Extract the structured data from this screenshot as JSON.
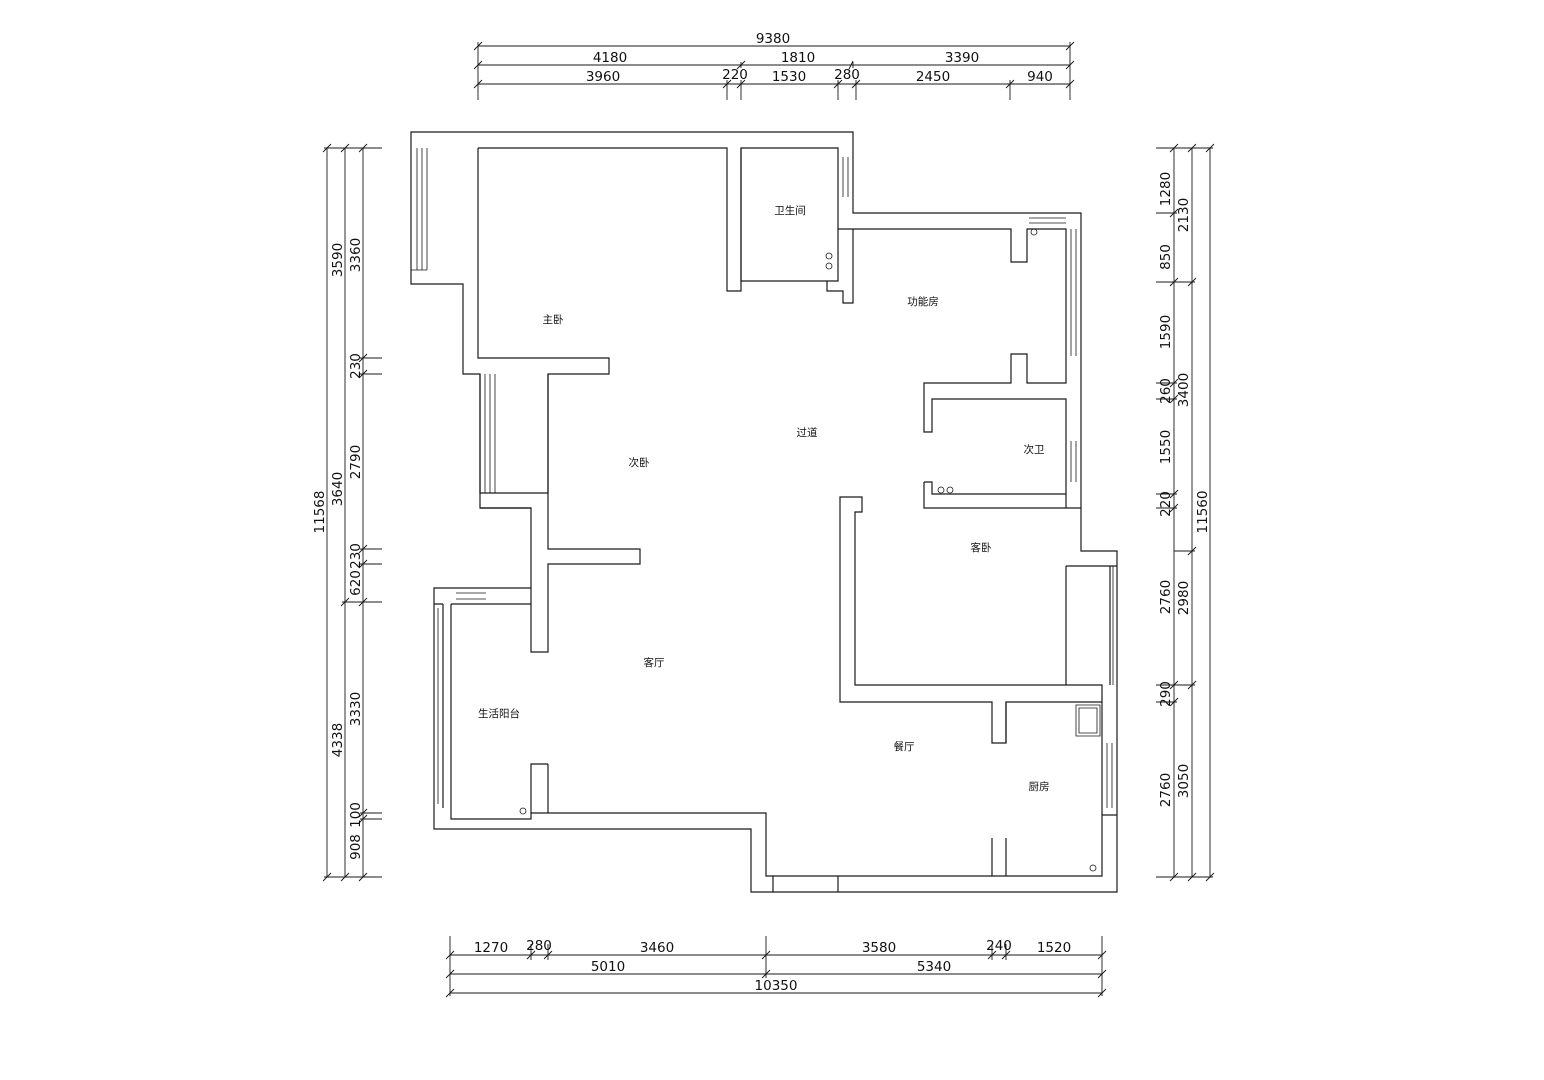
{
  "rooms": {
    "bathroom": "卫生间",
    "function_room": "功能房",
    "master_bedroom": "主卧",
    "corridor": "过道",
    "second_bedroom": "次卧",
    "second_bathroom": "次卫",
    "guest_bedroom": "客卧",
    "living_room": "客厅",
    "utility_balcony": "生活阳台",
    "dining_room": "餐厅",
    "kitchen": "厨房"
  },
  "dimensions": {
    "top": {
      "total": "9380",
      "row2": [
        "4180",
        "1810",
        "3390"
      ],
      "row3": [
        "3960",
        "220",
        "1530",
        "280",
        "2450",
        "940"
      ]
    },
    "bottom": {
      "total": "10350",
      "row2": [
        "5010",
        "5340"
      ],
      "row1": [
        "1270",
        "280",
        "3460",
        "3580",
        "240",
        "1520"
      ]
    },
    "left": {
      "total": "11568",
      "row2": [
        "3590",
        "3640",
        "4338"
      ],
      "row3": [
        "3360",
        "230",
        "2790",
        "230",
        "620",
        "3330",
        "100",
        "908"
      ]
    },
    "right": {
      "total": "11560",
      "row2": [
        "2130",
        "3400",
        "2980",
        "3050"
      ],
      "row1": [
        "1280",
        "850",
        "1590",
        "260",
        "1550",
        "220",
        "2760",
        "290",
        "2760"
      ]
    }
  }
}
